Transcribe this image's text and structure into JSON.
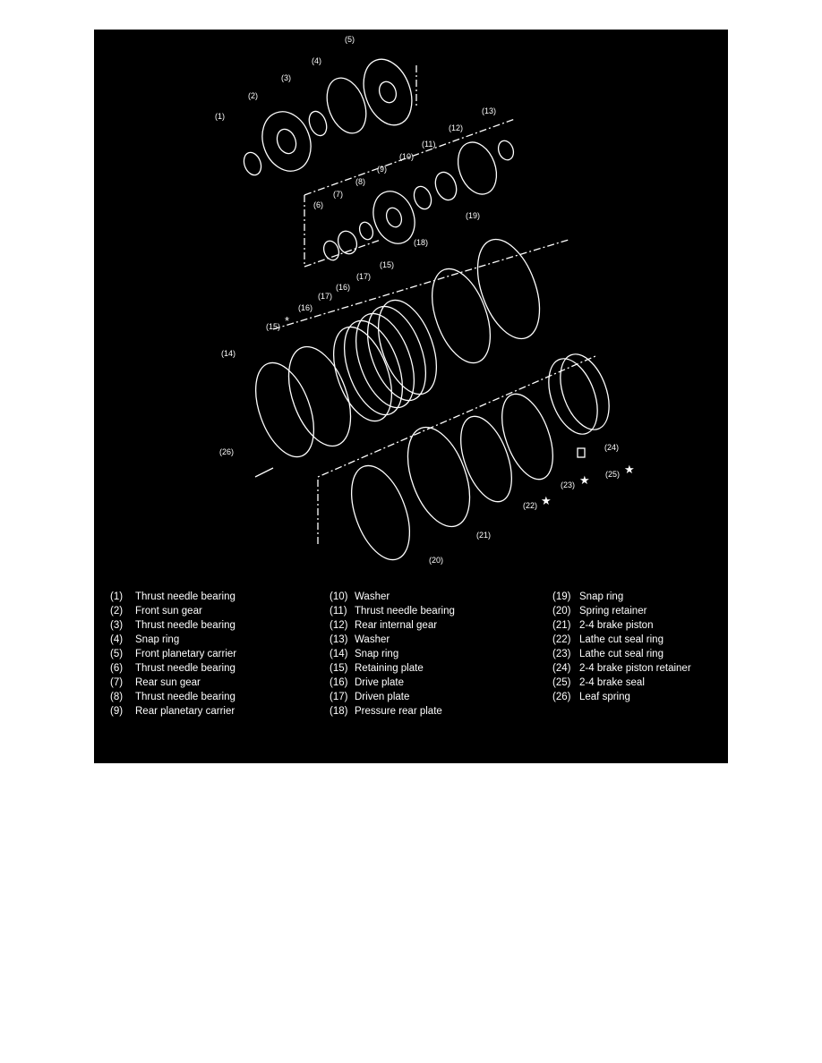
{
  "callouts": [
    "(1)",
    "(2)",
    "(3)",
    "(4)",
    "(5)",
    "(6)",
    "(7)",
    "(8)",
    "(9)",
    "(10)",
    "(11)",
    "(12)",
    "(13)",
    "(14)",
    "(15)",
    "(16)",
    "(17)",
    "(18)",
    "(19)",
    "(20)",
    "(21)",
    "(22)",
    "(23)",
    "(24)",
    "(25)",
    "(26)"
  ],
  "marks": {
    "asterisk": "*",
    "star": "★"
  },
  "legend": [
    {
      "num": "(1)",
      "label": "Thrust needle bearing"
    },
    {
      "num": "(2)",
      "label": "Front sun gear"
    },
    {
      "num": "(3)",
      "label": "Thrust needle bearing"
    },
    {
      "num": "(4)",
      "label": "Snap ring"
    },
    {
      "num": "(5)",
      "label": "Front planetary carrier"
    },
    {
      "num": "(6)",
      "label": "Thrust needle bearing"
    },
    {
      "num": "(7)",
      "label": "Rear sun gear"
    },
    {
      "num": "(8)",
      "label": "Thrust needle bearing"
    },
    {
      "num": "(9)",
      "label": "Rear planetary carrier"
    },
    {
      "num": "(10)",
      "label": "Washer"
    },
    {
      "num": "(11)",
      "label": "Thrust needle bearing"
    },
    {
      "num": "(12)",
      "label": "Rear internal gear"
    },
    {
      "num": "(13)",
      "label": "Washer"
    },
    {
      "num": "(14)",
      "label": "Snap ring"
    },
    {
      "num": "(15)",
      "label": "Retaining plate"
    },
    {
      "num": "(16)",
      "label": "Drive plate"
    },
    {
      "num": "(17)",
      "label": "Driven plate"
    },
    {
      "num": "(18)",
      "label": "Pressure rear plate"
    },
    {
      "num": "(19)",
      "label": "Snap ring"
    },
    {
      "num": "(20)",
      "label": "Spring retainer"
    },
    {
      "num": "(21)",
      "label": "2-4 brake piston"
    },
    {
      "num": "(22)",
      "label": "Lathe cut seal ring"
    },
    {
      "num": "(23)",
      "label": "Lathe cut seal ring"
    },
    {
      "num": "(24)",
      "label": "2-4 brake piston retainer"
    },
    {
      "num": "(25)",
      "label": "2-4 brake seal"
    },
    {
      "num": "(26)",
      "label": "Leaf spring"
    }
  ]
}
